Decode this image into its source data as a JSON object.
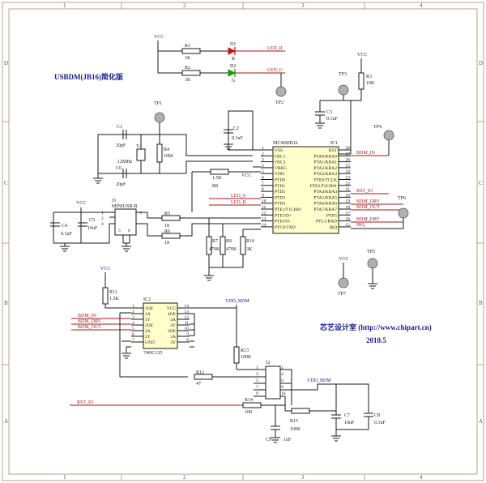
{
  "frame": {
    "col_labels": [
      "1",
      "2",
      "3",
      "4"
    ],
    "row_labels": [
      "D",
      "C",
      "B",
      "A"
    ]
  },
  "title": "USBDM(JB16)简化版",
  "footer": {
    "designer": "芯艺设计室 (http://www.chipart.cn)",
    "date": "2010.5"
  },
  "power_labels": {
    "vcc": "VCC",
    "vdd_bdm": "VDD_BDM"
  },
  "nets": {
    "led_r": "LED_R",
    "led_g": "LED_G",
    "bdm_in": "BDM_IN",
    "bdm_drv": "BDM_DRV",
    "bdm_out": "BDM_OUT",
    "rst_io": "RST_IO",
    "irq": "IRQ"
  },
  "test_points": {
    "tp1": "TP1",
    "tp2": "TP2",
    "tp3": "TP3",
    "tp4": "TP4",
    "tp5": "TP5",
    "tp6": "TP6",
    "tp7": "TP7"
  },
  "components": {
    "r1": {
      "ref": "R1",
      "value": "1K"
    },
    "r2": {
      "ref": "R2",
      "value": "1K"
    },
    "d1": {
      "ref": "D1",
      "value": "R"
    },
    "d2": {
      "ref": "D2",
      "value": "G"
    },
    "r3": {
      "ref": "R3",
      "value": "10K"
    },
    "c1": {
      "ref": "C1",
      "value": "20pF"
    },
    "c6": {
      "ref": "C6",
      "value": "20pF"
    },
    "y1": {
      "ref": "Y1",
      "value": "12MHz"
    },
    "r4": {
      "ref": "R4",
      "value": "10M"
    },
    "c2": {
      "ref": "C2",
      "value": "0.1uF"
    },
    "c3": {
      "ref": "C3",
      "value": "0.1uF"
    },
    "r8": {
      "ref": "R8",
      "value": "1.5K"
    },
    "c4": {
      "ref": "C4",
      "value": "0.1uF"
    },
    "c5": {
      "ref": "C5",
      "value": "10uF"
    },
    "j1": {
      "ref": "J1",
      "value": "MINIUSB-B"
    },
    "r5": {
      "ref": "R5",
      "value": "18"
    },
    "r6": {
      "ref": "R6",
      "value": "18"
    },
    "r7": {
      "ref": "R7",
      "value": "470K"
    },
    "r9": {
      "ref": "R9",
      "value": "470K"
    },
    "r10": {
      "ref": "R10",
      "value": "3K"
    },
    "r11": {
      "ref": "R11",
      "value": "1.5K"
    },
    "r12": {
      "ref": "R12",
      "value": "47"
    },
    "r13": {
      "ref": "R13",
      "value": "100K"
    },
    "r14": {
      "ref": "R14",
      "value": "100"
    },
    "r15": {
      "ref": "R15",
      "value": "100K"
    },
    "c7": {
      "ref": "C7",
      "value": "10uF"
    },
    "c8": {
      "ref": "C8",
      "value": "0.1uF"
    },
    "c9": {
      "ref": "C9",
      "value": "1uF"
    },
    "j2": {
      "ref": "J2"
    }
  },
  "ic1": {
    "ref": "IC1",
    "part": "MC908JB16",
    "left_pins": [
      "VSS",
      "OSC1",
      "OSC2",
      "VREG",
      "VDD",
      "PTD0",
      "PTD1",
      "PTD2",
      "PTD3",
      "PTD4",
      "PTE1/T1CH01",
      "PTE3/D+",
      "PTE4/D-",
      "PTC0/TXD"
    ],
    "left_nums": [
      "1",
      "2",
      "3",
      "4",
      "5",
      "6",
      "7",
      "8",
      "9",
      "10",
      "11",
      "12",
      "13",
      "14"
    ],
    "right_pins": [
      "RST",
      "PTA0/KBA0",
      "PTA1/KBA1",
      "PTA2/KBA2",
      "PTA3/KBA3",
      "PTE0/TCLK",
      "PTE2/T2CH01",
      "PTA4/KBA4",
      "PTA5/KBA5",
      "PTA6/KBA6",
      "PTA7/KBA7",
      "PTD5",
      "PTC1/RXD",
      "IRQ"
    ],
    "right_nums": [
      "28",
      "27",
      "26",
      "25",
      "24",
      "23",
      "22",
      "21",
      "20",
      "19",
      "18",
      "17",
      "16",
      "15"
    ]
  },
  "ic2": {
    "ref": "IC2",
    "part": "74HC125",
    "left_pins": [
      "1OE",
      "1A",
      "1Y",
      "2OE",
      "2A",
      "2Y",
      "GND"
    ],
    "left_nums": [
      "1",
      "2",
      "3",
      "4",
      "5",
      "6",
      "7"
    ],
    "right_pins": [
      "VCC",
      "4OE",
      "4A",
      "4Y",
      "3OE",
      "3A",
      "3Y"
    ],
    "right_nums": [
      "14",
      "13",
      "12",
      "11",
      "10",
      "9",
      "8"
    ]
  },
  "j1_pins": [
    "1",
    "2",
    "3",
    "4",
    "5",
    "6"
  ],
  "j2_pins": [
    "1",
    "2",
    "3",
    "4",
    "5",
    "6",
    "7",
    "8",
    "9",
    "10"
  ]
}
